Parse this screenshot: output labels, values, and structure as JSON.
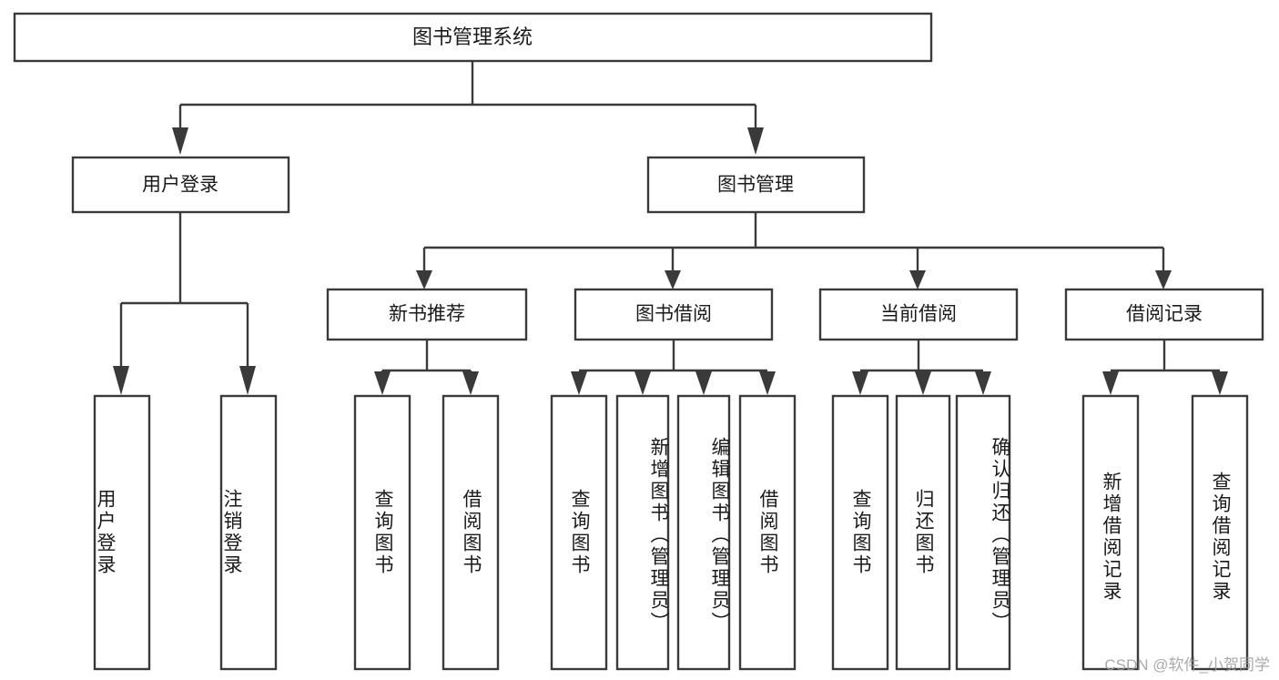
{
  "diagram": {
    "title": "图书管理系统",
    "type": "tree-hierarchy",
    "watermark": "CSDN @软件_小贺同学",
    "colors": {
      "stroke": "#3a3a3a",
      "box_fill": "#ffffff",
      "text": "#1a1a1a",
      "watermark": "#9b9b9b",
      "background": "#ffffff"
    },
    "root": {
      "label": "图书管理系统"
    },
    "level2": [
      {
        "label": "用户登录"
      },
      {
        "label": "图书管理"
      }
    ],
    "level3": [
      {
        "label": "新书推荐"
      },
      {
        "label": "图书借阅"
      },
      {
        "label": "当前借阅"
      },
      {
        "label": "借阅记录"
      }
    ],
    "leaves": {
      "user_login": [
        {
          "label": "用户登录"
        },
        {
          "label": "注销登录"
        }
      ],
      "new_book_recommend": [
        {
          "label": "查询图书"
        },
        {
          "label": "借阅图书"
        }
      ],
      "book_borrow": [
        {
          "label": "查询图书"
        },
        {
          "label": "新增图书（管理员）"
        },
        {
          "label": "编辑图书（管理员）"
        },
        {
          "label": "借阅图书"
        }
      ],
      "current_borrow": [
        {
          "label": "查询图书"
        },
        {
          "label": "归还图书"
        },
        {
          "label": "确认归还（管理员）"
        }
      ],
      "borrow_records": [
        {
          "label": "新增借阅记录"
        },
        {
          "label": "查询借阅记录"
        }
      ]
    }
  }
}
